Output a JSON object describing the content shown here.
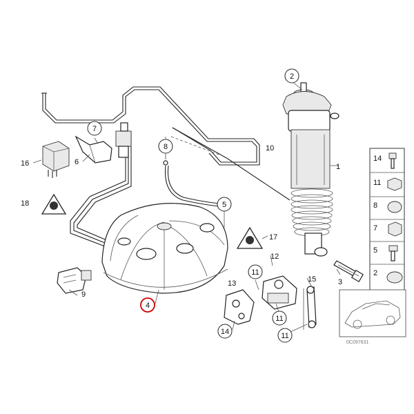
{
  "labels": {
    "p1": "1",
    "p2": "2",
    "p3": "3",
    "p4": "4",
    "p5": "5",
    "p6": "6",
    "p7": "7",
    "p8": "8",
    "p9": "9",
    "p10": "10",
    "p11a": "11",
    "p11b": "11",
    "p11c": "11",
    "p12": "12",
    "p13": "13",
    "p14": "14",
    "p15": "15",
    "p16": "16",
    "p17": "17",
    "p18": "18"
  },
  "fasteners": [
    "14",
    "11",
    "8",
    "7",
    "5",
    "2"
  ],
  "diagram_code": "0C097631",
  "colors": {
    "highlight": "#cc0000",
    "line": "#222222"
  },
  "icons": [
    "warning-triangle-icon-18",
    "warning-triangle-icon-17",
    "car-thumbnail"
  ]
}
